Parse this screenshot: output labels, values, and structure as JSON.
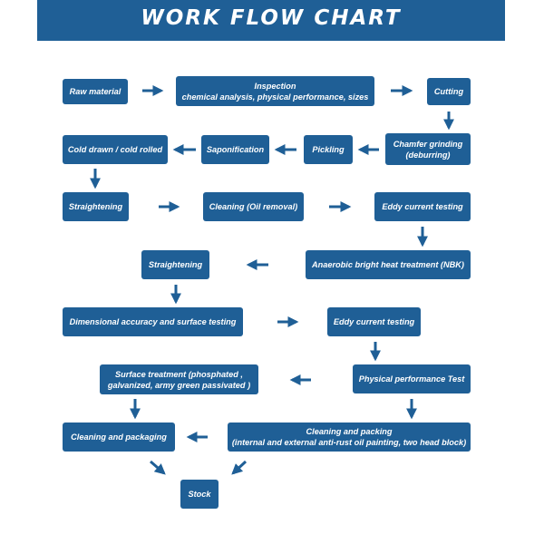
{
  "header": {
    "title": "WORK FLOW CHART"
  },
  "colors": {
    "box": "#1f5f96",
    "arrow": "#1f5f96",
    "text": "#ffffff"
  },
  "steps": {
    "raw_material": {
      "lines": [
        "Raw material"
      ]
    },
    "inspection": {
      "lines": [
        "Inspection",
        "chemical analysis, physical performance, sizes"
      ]
    },
    "cutting": {
      "lines": [
        "Cutting"
      ]
    },
    "chamfer_grinding": {
      "lines": [
        "Chamfer grinding",
        "(deburring)"
      ]
    },
    "pickling": {
      "lines": [
        "Pickling"
      ]
    },
    "saponification": {
      "lines": [
        "Saponification"
      ]
    },
    "cold_drawn": {
      "lines": [
        "Cold drawn / cold rolled"
      ]
    },
    "straightening_1": {
      "lines": [
        "Straightening"
      ]
    },
    "cleaning_oil": {
      "lines": [
        "Cleaning (Oil removal)"
      ]
    },
    "eddy_current_1": {
      "lines": [
        "Eddy current testing"
      ]
    },
    "anaerobic_heat": {
      "lines": [
        "Anaerobic bright heat treatment (NBK)"
      ]
    },
    "straightening_2": {
      "lines": [
        "Straightening"
      ]
    },
    "dimensional_testing": {
      "lines": [
        "Dimensional accuracy and surface testing"
      ]
    },
    "eddy_current_2": {
      "lines": [
        "Eddy current testing"
      ]
    },
    "physical_test": {
      "lines": [
        "Physical performance Test"
      ]
    },
    "surface_treatment": {
      "lines": [
        "Surface treatment (phosphated ,",
        "galvanized, army green passivated )"
      ]
    },
    "cleaning_packing": {
      "lines": [
        "Cleaning and packing",
        "(internal and external anti-rust oil painting, two head block)"
      ]
    },
    "cleaning_packaging": {
      "lines": [
        "Cleaning and packaging"
      ]
    },
    "stock": {
      "lines": [
        "Stock"
      ]
    }
  }
}
